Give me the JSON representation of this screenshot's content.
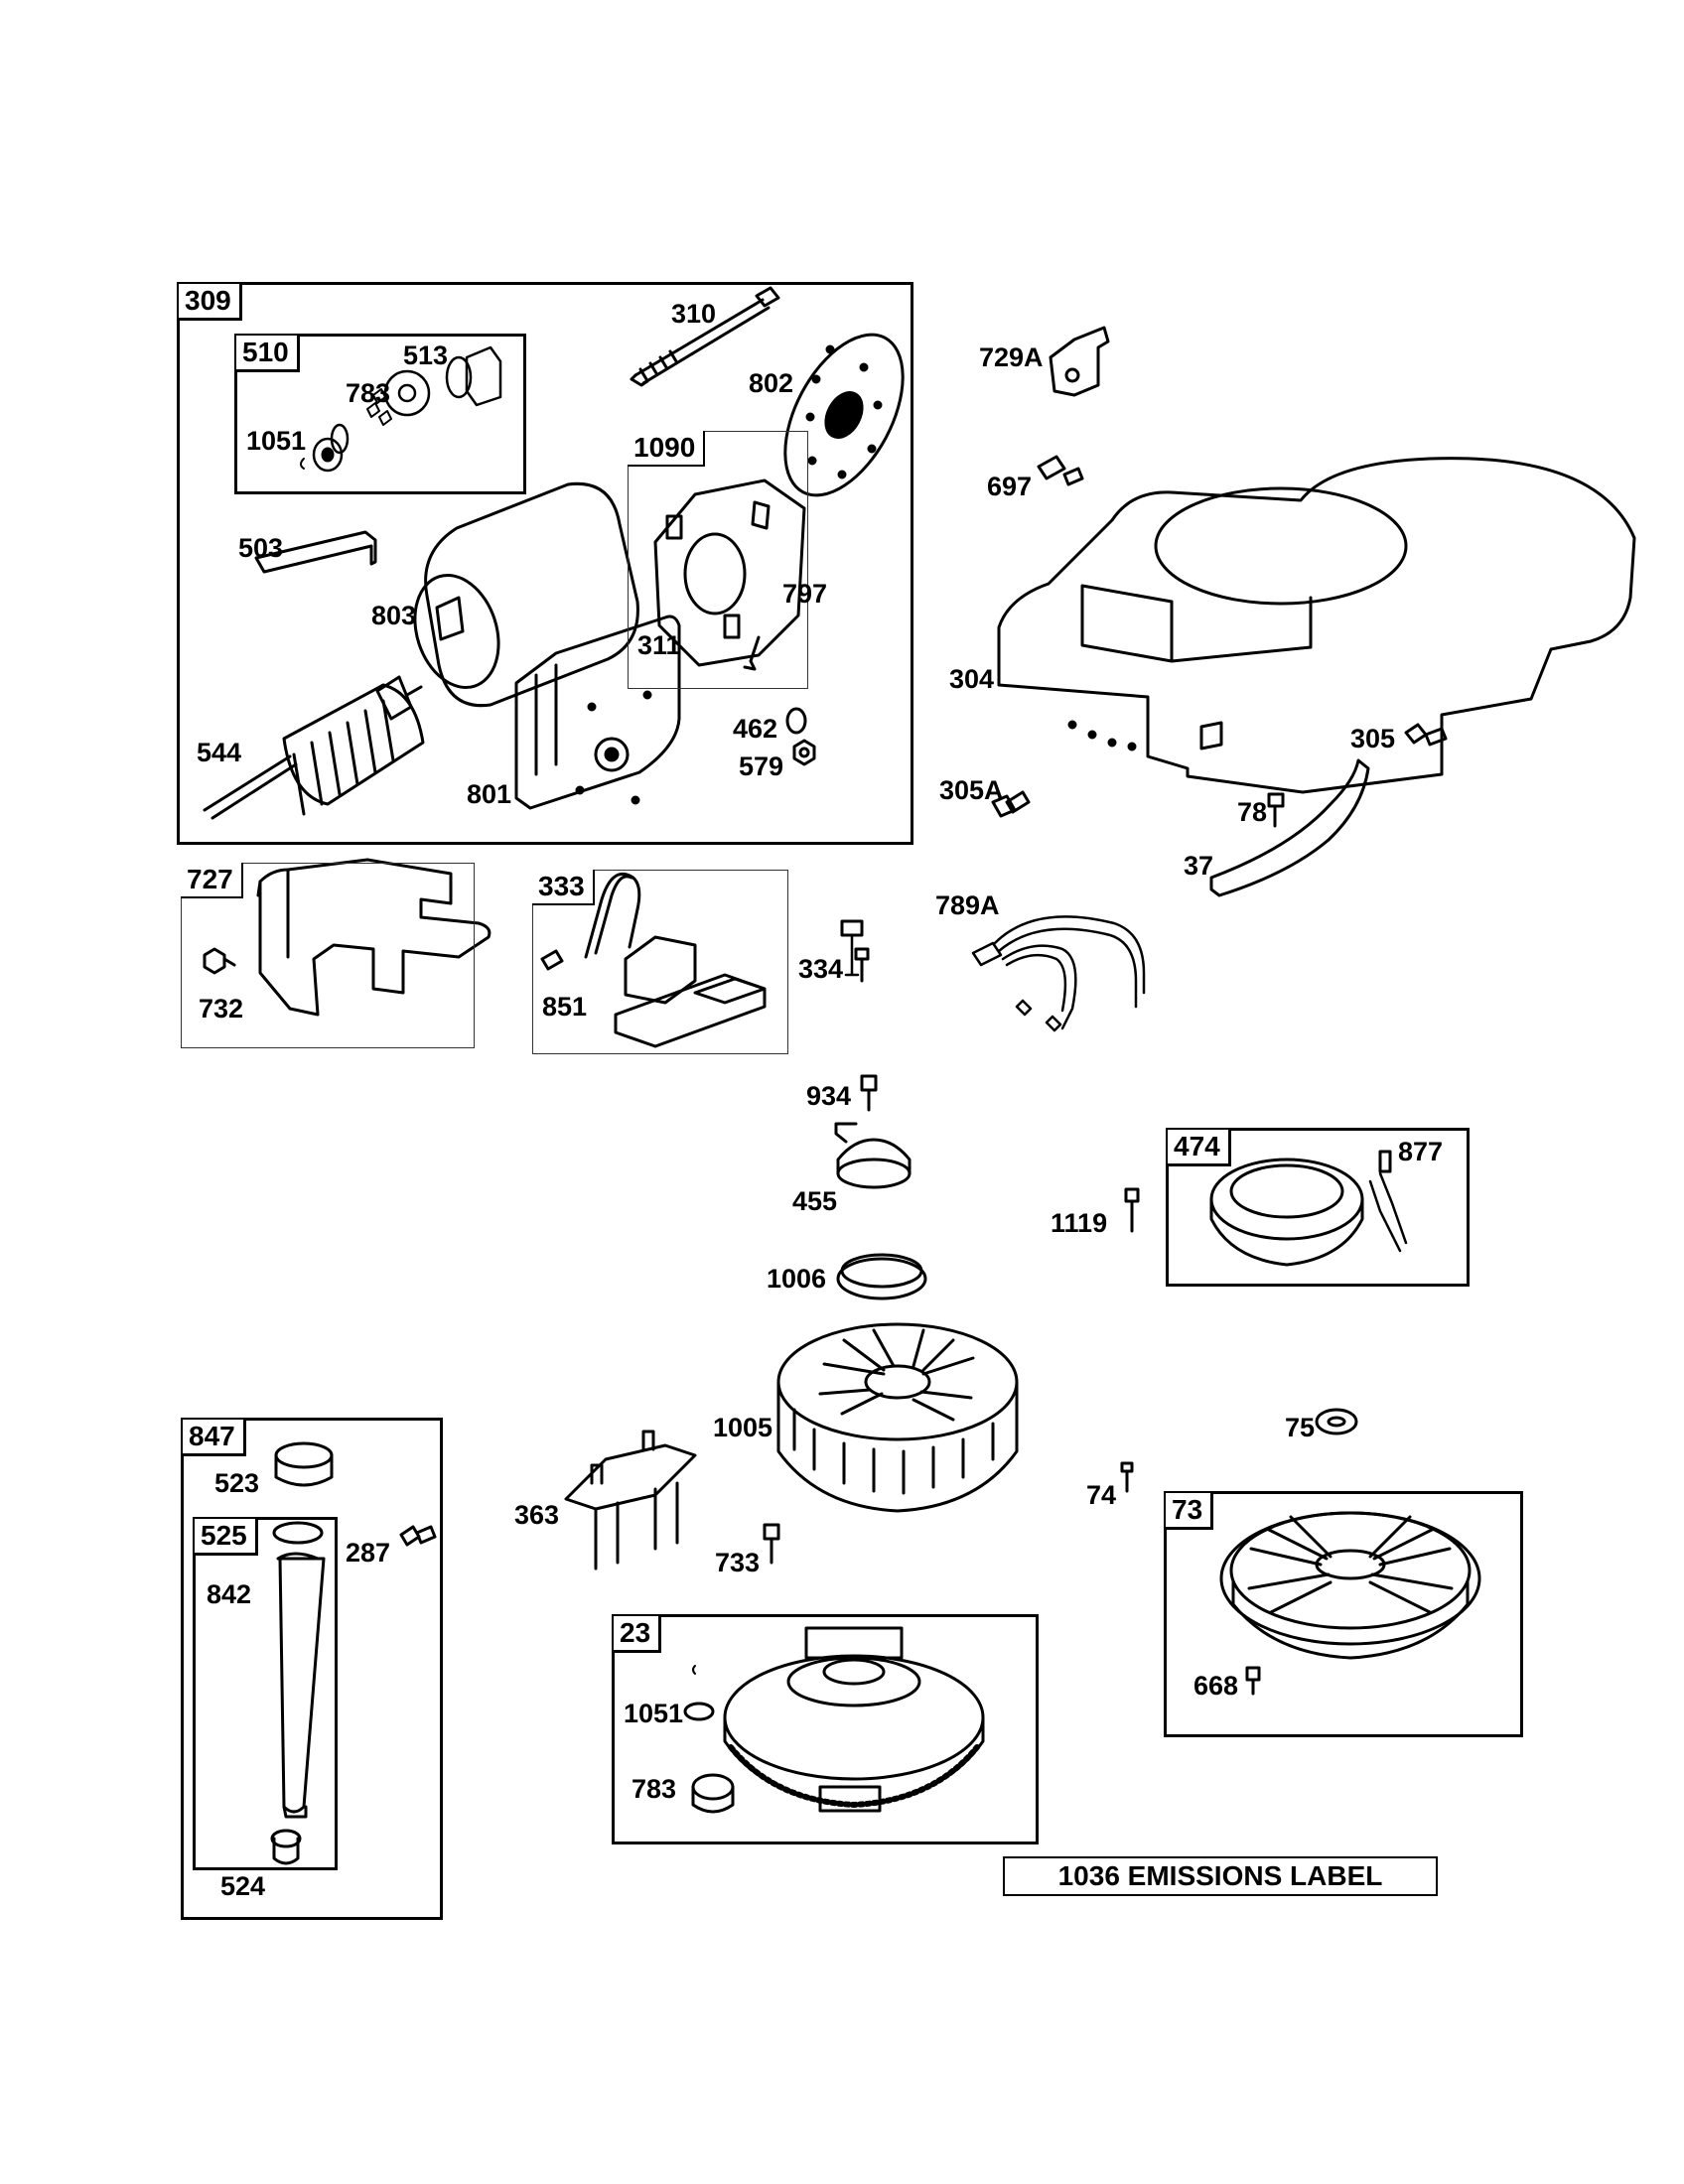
{
  "groups": {
    "g309": "309",
    "g510": "510",
    "g1090": "1090",
    "g727": "727",
    "g333": "333",
    "g474": "474",
    "g847": "847",
    "g525": "525",
    "g23": "23",
    "g73": "73"
  },
  "parts": {
    "p310": "310",
    "p513": "513",
    "p783a": "783",
    "p1051a": "1051",
    "p802": "802",
    "p503": "503",
    "p803": "803",
    "p797": "797",
    "p311": "311",
    "p544": "544",
    "p801": "801",
    "p462": "462",
    "p579": "579",
    "p732": "732",
    "p851": "851",
    "p334": "334",
    "p729a": "729A",
    "p697": "697",
    "p304": "304",
    "p305": "305",
    "p305a": "305A",
    "p78": "78",
    "p37": "37",
    "p789a": "789A",
    "p934": "934",
    "p455": "455",
    "p1006": "1006",
    "p1119": "1119",
    "p877": "877",
    "p1005": "1005",
    "p75": "75",
    "p74": "74",
    "p523": "523",
    "p287": "287",
    "p842": "842",
    "p524": "524",
    "p363": "363",
    "p733": "733",
    "p1051b": "1051",
    "p783b": "783",
    "p668": "668"
  },
  "emissions_label": "1036 EMISSIONS LABEL"
}
